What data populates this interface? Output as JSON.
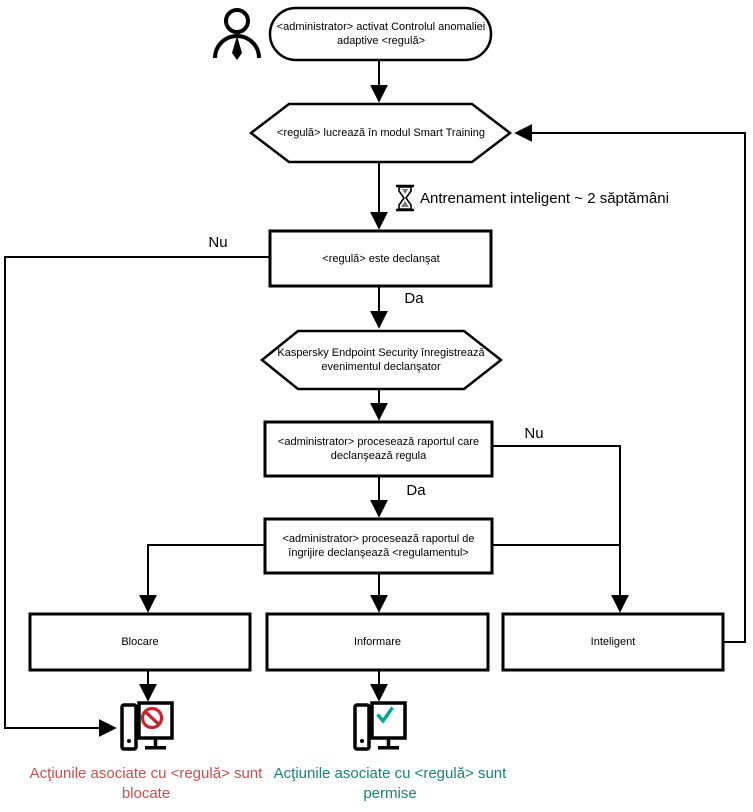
{
  "diagram": {
    "nodes": {
      "start": {
        "lines": [
          "<administrator> activat Controlul anomaliei",
          "adaptive <regulă>"
        ]
      },
      "smart_training": {
        "label": "<regulă> lucrează în modul Smart Training"
      },
      "training_duration": {
        "label": "Antrenament inteligent ~ 2 săptămâni"
      },
      "rule_triggered": {
        "label": "<regulă> este declanşat"
      },
      "kes_logs": {
        "lines": [
          "Kaspersky Endpoint Security înregistrează",
          "evenimentul declanşator"
        ]
      },
      "admin_report": {
        "lines": [
          "<administrator> procesează raportul care",
          "declanşează regula"
        ]
      },
      "admin_care_report": {
        "lines": [
          "<administrator> procesează raportul de",
          "îngrijire declanşează <regulamentul>"
        ]
      },
      "block": {
        "label": "Blocare"
      },
      "inform": {
        "label": "Informare"
      },
      "smart": {
        "label": "Inteligent"
      }
    },
    "edge_labels": {
      "no": "Nu",
      "yes": "Da"
    },
    "captions": {
      "blocked": {
        "lines": [
          "Acţiunile asociate cu <regulă> sunt",
          "blocate"
        ],
        "color": "#c0524e"
      },
      "allowed": {
        "lines": [
          "Acţiunile asociate cu <regulă> sunt",
          "permise"
        ],
        "color": "#1b7e78"
      }
    },
    "icons": {
      "person": "person-silhouette",
      "hourglass": "hourglass",
      "blocked": "prohibition-sign",
      "allowed": "check-mark",
      "computer": "desktop-computer"
    },
    "colors": {
      "stroke": "#000000",
      "blocked_icon": "#c4262e",
      "allowed_icon": "#00a88e",
      "blocked_text": "#c0524e",
      "allowed_text": "#1b7e78"
    }
  }
}
